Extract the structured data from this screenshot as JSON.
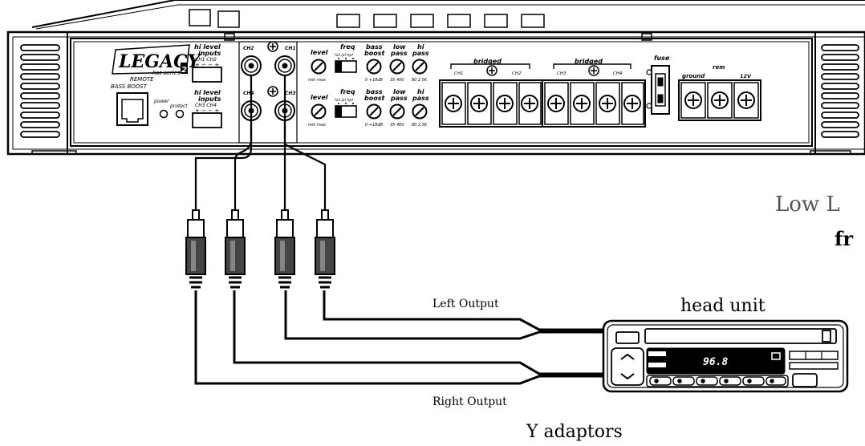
{
  "amp": {
    "brand": "LEGACY",
    "brand_sub": "hot series",
    "brand_num": "2",
    "remote_label": "REMOTE",
    "bass_boost_label": "BASS BOOST",
    "power_label": "power",
    "protect_label": "protect",
    "hi_level_label_1": "hi level",
    "hi_level_label_2": "inputs",
    "hi_level_ch_top": "CH1 CH2",
    "hi_level_ch_bottom": "CH3 CH4",
    "rca_ch1": "CH1",
    "rca_ch2": "CH2",
    "rca_ch3": "CH3",
    "rca_ch4": "CH4",
    "level_label": "level",
    "level_scale": "min max",
    "freq_label": "freq",
    "freq_scale": "full lpf hpf",
    "bass_label_1": "bass",
    "bass_label_2": "boost",
    "bass_scale": "0 +18dB",
    "low_label_1": "low",
    "low_label_2": "pass",
    "low_scale": "35 400",
    "hi_label_1": "hi",
    "hi_label_2": "pass",
    "hi_scale": "80 2.5K",
    "bridged_label": "bridged",
    "spk_ch1": "CH1",
    "spk_ch2": "CH2",
    "spk_ch3": "CH3",
    "spk_ch4": "CH4",
    "fuse_label": "fuse",
    "ground_label": "ground",
    "rem_label": "rem",
    "v12_label": "12V"
  },
  "labels": {
    "left_output": "Left Output",
    "right_output": "Right Output",
    "head_unit": "head unit",
    "y_adaptors": "Y adaptors",
    "cut_title_1": "Low L",
    "cut_title_2": "fr"
  },
  "head_unit": {
    "frequency": "96.8"
  },
  "colors": {
    "line": "#000000",
    "cut_title": "#555555"
  }
}
